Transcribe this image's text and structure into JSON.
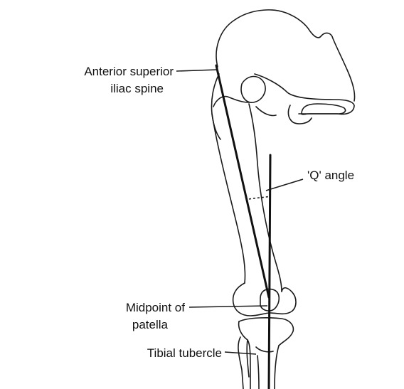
{
  "labels": {
    "asis_line1": "Anterior superior",
    "asis_line2": "iliac spine",
    "q_angle": "'Q' angle",
    "patella_line1": "Midpoint of",
    "patella_line2": "patella",
    "tibial_tubercle": "Tibial tubercle"
  }
}
